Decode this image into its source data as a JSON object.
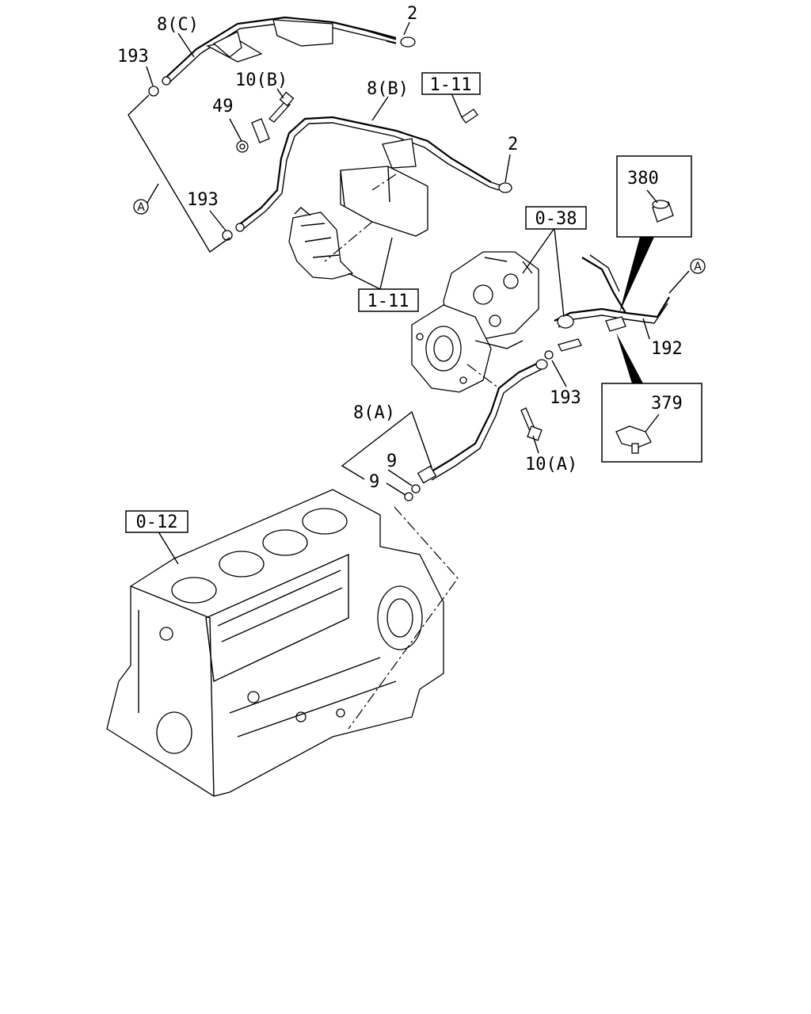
{
  "callouts": {
    "c_2_top": "2",
    "c_8c": "8(C)",
    "c_193_a": "193",
    "c_10b": "10(B)",
    "c_8b": "8(B)",
    "c_ref_1_11_top": "1-11",
    "c_49": "49",
    "c_2_mid": "2",
    "c_193_b": "193",
    "c_circle_a_left": "A",
    "c_ref_1_11_bot": "1-11",
    "c_ref_0_38": "0-38",
    "c_380": "380",
    "c_circle_a_right": "A",
    "c_192": "192",
    "c_193_c": "193",
    "c_379": "379",
    "c_8a": "8(A)",
    "c_9_a": "9",
    "c_9_b": "9",
    "c_10a": "10(A)",
    "c_ref_0_12": "0-12"
  }
}
